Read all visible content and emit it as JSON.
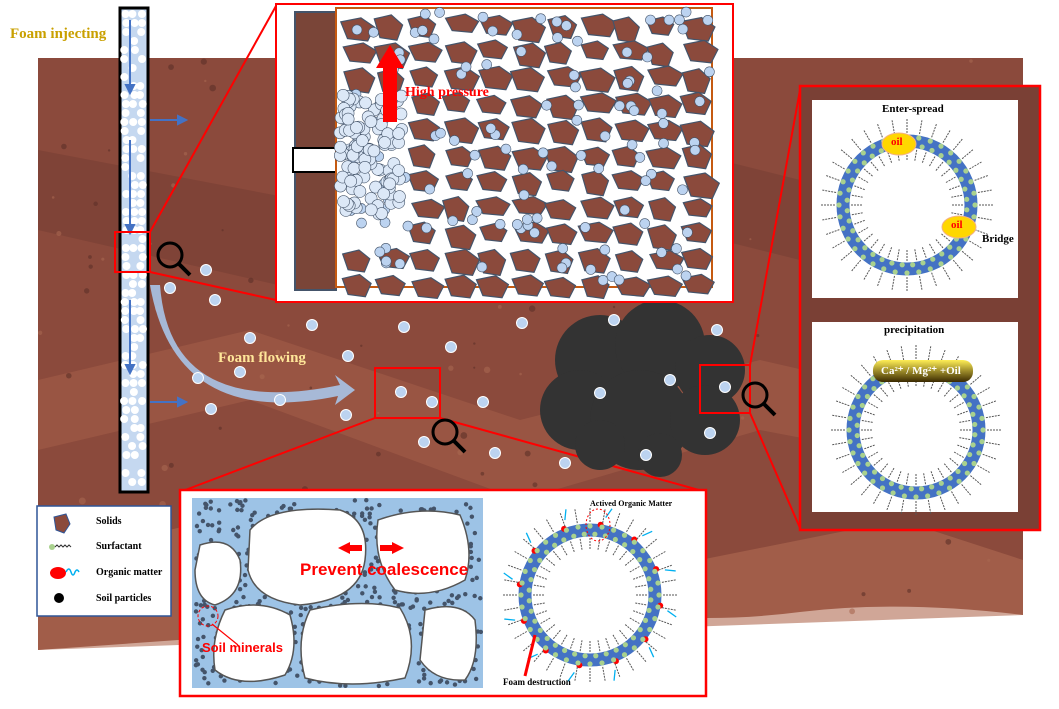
{
  "labels": {
    "foam_injecting": "Foam injecting",
    "foam_flowing": "Foam flowing",
    "high_pressure": "High pressure",
    "enter_spread": "Enter-spread",
    "oil": "oil",
    "bridge": "Bridge",
    "precipitation": "precipitation",
    "ca_mg_oil": "Ca²⁺ / Mg²⁺ +Oil",
    "prevent_coalescence": "Prevent coalescence",
    "soil_minerals": "Soil minerals",
    "actived_organic_matter": "Actived Organic Matter",
    "foam_destruction": "Foam destruction"
  },
  "legend": [
    {
      "icon": "solid-rock-icon",
      "label": "Solids"
    },
    {
      "icon": "surfactant-icon",
      "label": "Surfactant"
    },
    {
      "icon": "organic-matter-icon",
      "label": "Organic matter"
    },
    {
      "icon": "soil-particle-icon",
      "label": "Soil particles"
    }
  ],
  "colors": {
    "soil": "#8b4a3c",
    "soil_dark": "#6e3b32",
    "highlight": "#ff0000",
    "bubble": "#bcd3f0",
    "membrane": "#4472c4",
    "surfactant_head": "#a9d18e",
    "label_gold": "#c9a000",
    "label_flow": "#ffe699"
  }
}
